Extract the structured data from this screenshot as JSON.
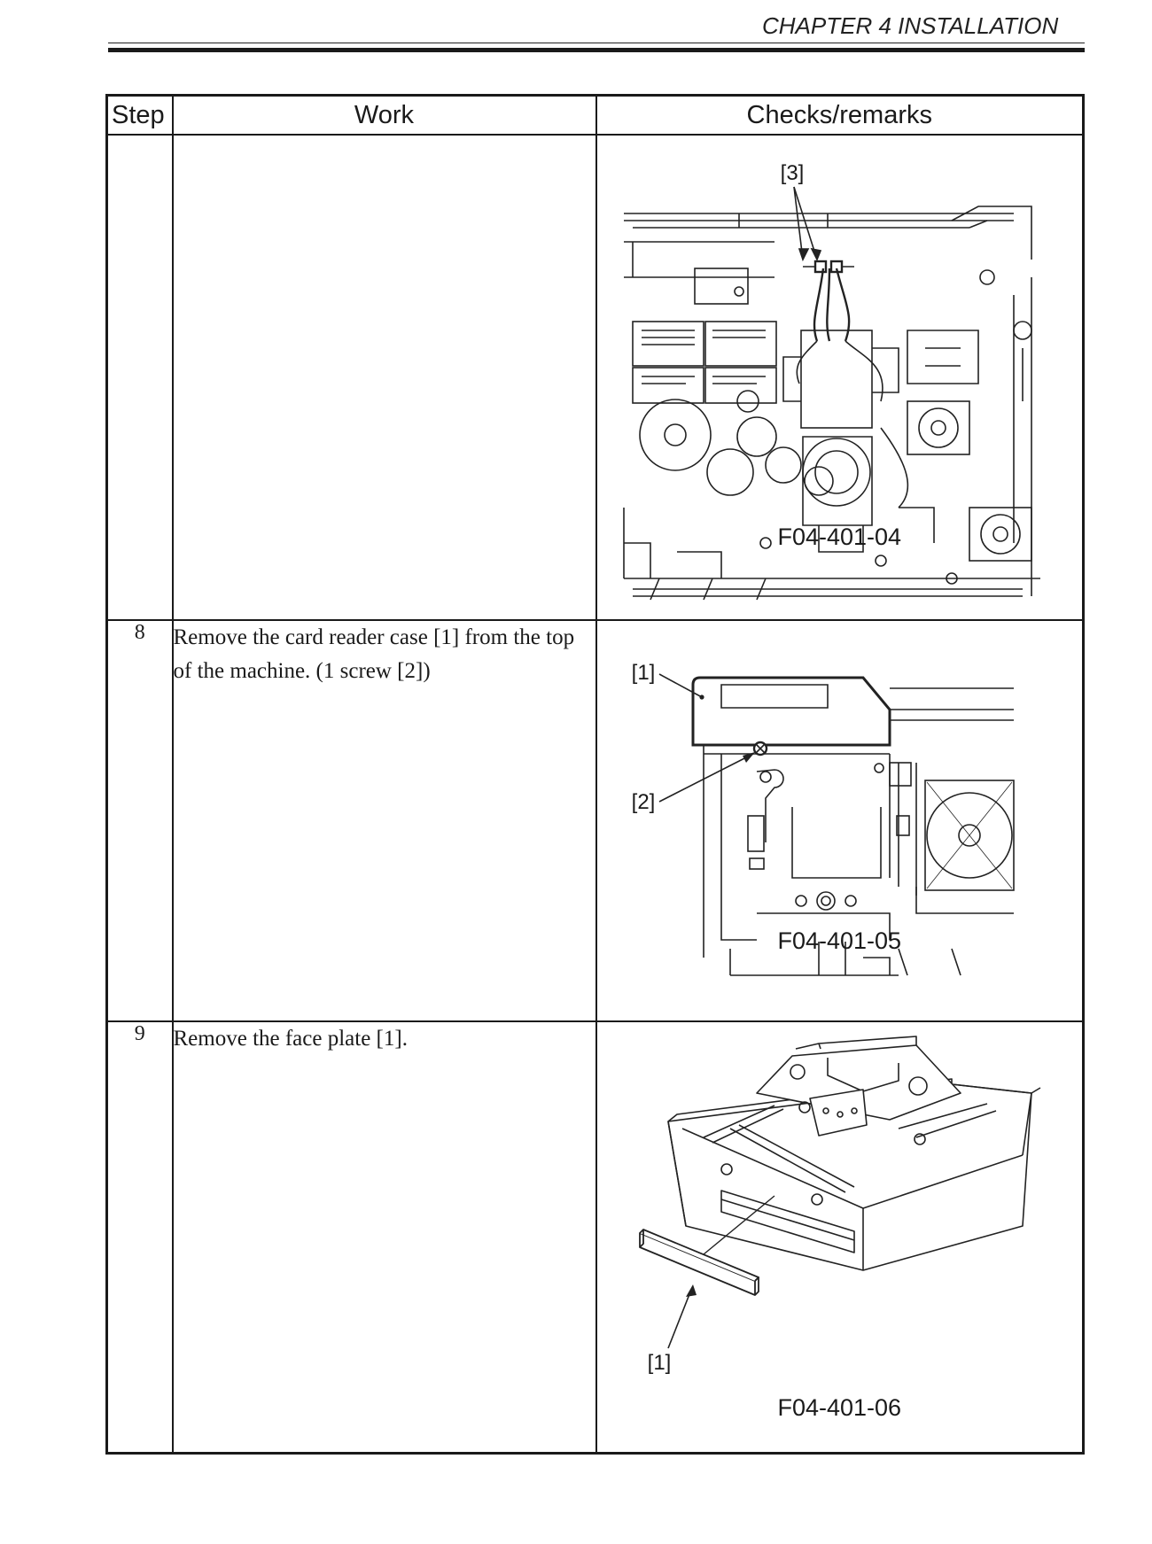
{
  "header": {
    "chapter": "CHAPTER 4 INSTALLATION"
  },
  "table": {
    "columns": {
      "step": "Step",
      "work": "Work",
      "checks": "Checks/remarks"
    },
    "rows": [
      {
        "step": "",
        "work": "",
        "figure": "F04-401-04",
        "callouts": [
          "[3]"
        ]
      },
      {
        "step": "8",
        "work": "Remove the card reader case [1] from the top of the machine. (1 screw [2])",
        "figure": "F04-401-05",
        "callouts": [
          "[1]",
          "[2]"
        ]
      },
      {
        "step": "9",
        "work": "Remove the face plate [1].",
        "figure": "F04-401-06",
        "callouts": [
          "[1]"
        ]
      }
    ]
  }
}
